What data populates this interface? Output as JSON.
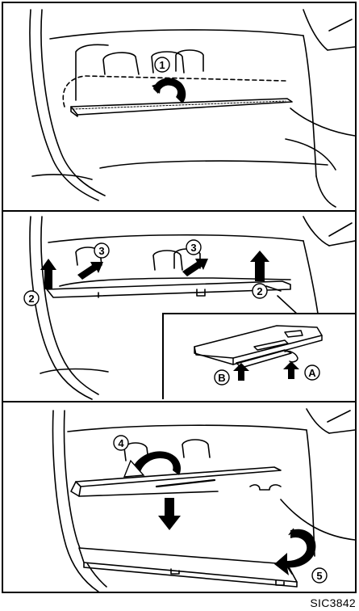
{
  "figure_code": "SIC3842",
  "panel1": {
    "steps": [
      {
        "id": "step-1",
        "label": "1"
      }
    ]
  },
  "panel2": {
    "steps": [
      {
        "id": "step-2-left",
        "label": "2"
      },
      {
        "id": "step-2-right",
        "label": "2"
      },
      {
        "id": "step-3-left",
        "label": "3"
      },
      {
        "id": "step-3-right",
        "label": "3"
      }
    ],
    "inset_labels": [
      {
        "id": "label-b",
        "label": "B"
      },
      {
        "id": "label-a",
        "label": "A"
      }
    ]
  },
  "panel3": {
    "steps": [
      {
        "id": "step-4",
        "label": "4"
      },
      {
        "id": "step-5",
        "label": "5"
      }
    ]
  },
  "colors": {
    "line": "#000000",
    "background": "#ffffff",
    "fill_dark": "#000000"
  },
  "icons": [
    "arrow-up-icon",
    "arrow-curved-icon",
    "arrow-down-icon"
  ]
}
